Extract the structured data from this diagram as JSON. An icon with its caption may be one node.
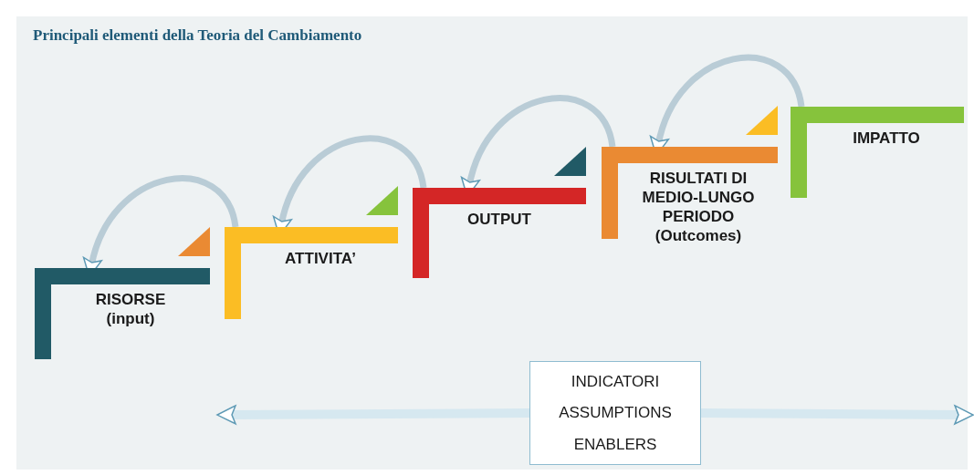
{
  "diagram": {
    "title": "Principali elementi della Teoria del Cambiamento",
    "nodes": [
      {
        "text": [
          "RISORSE (input)"
        ]
      },
      {
        "text": [
          "ATTIVITA’"
        ]
      },
      {
        "text": [
          "OUTPUT"
        ]
      },
      {
        "text": [
          "RISULTATI DI MEDIO-LUNGO PERIODO (Outcomes)"
        ]
      },
      {
        "text": [
          "IMPATTO"
        ]
      },
      {
        "text": [
          "INDICATORI",
          "ASSUMPTIONS",
          "ENABLERS"
        ]
      }
    ],
    "edges": [
      {
        "from": 1,
        "to": 0,
        "arrow": "to"
      },
      {
        "from": 2,
        "to": 1,
        "arrow": "to"
      },
      {
        "from": 3,
        "to": 2,
        "arrow": "to"
      },
      {
        "from": 4,
        "to": 3,
        "arrow": "to"
      },
      {
        "from": 5,
        "to": null,
        "arrow": "to"
      },
      {
        "from": 5,
        "to": null,
        "arrow": "to"
      }
    ]
  }
}
